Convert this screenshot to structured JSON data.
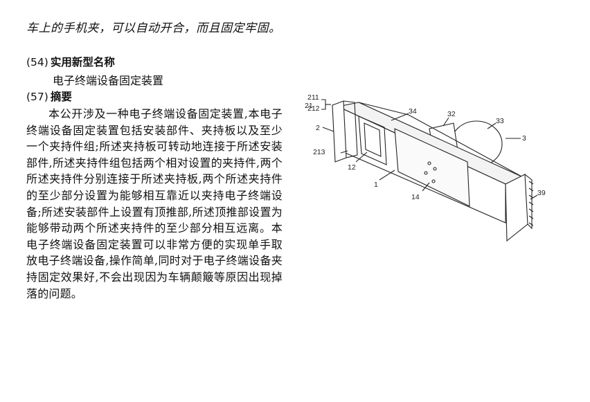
{
  "headline": "车上的手机夹，可以自动开合，而且固定牢固。",
  "section_54": {
    "number": "(54)",
    "title": "实用新型名称"
  },
  "model_name": "电子终端设备固定装置",
  "section_57": {
    "number": "(57)",
    "title": "摘要"
  },
  "abstract": "本公开涉及一种电子终端设备固定装置,本电子终端设备固定装置包括安装部件、夹持板以及至少一个夹持件组;所述夹持板可转动地连接于所述安装部件,所述夹持件组包括两个相对设置的夹持件,两个所述夹持件分别连接于所述夹持板,两个所述夹持件的至少部分设置为能够相互靠近以夹持电子终端设备;所述安装部件上设置有顶推部,所述顶推部设置为能够带动两个所述夹持件的至少部分相互远离。本电子终端设备固定装置可以非常方便的实现单手取放电子终端设备,操作简单,同时对于电子终端设备夹持固定效果好,不会出现因为车辆颠簸等原因出现掉落的问题。",
  "figure": {
    "labels": {
      "l21": "21",
      "l211": "211",
      "l212": "212",
      "l2": "2",
      "l213": "213",
      "l12": "12",
      "l1": "1",
      "l34": "34",
      "l32": "32",
      "l33": "33",
      "l3": "3",
      "l14": "14",
      "l39": "39"
    }
  }
}
